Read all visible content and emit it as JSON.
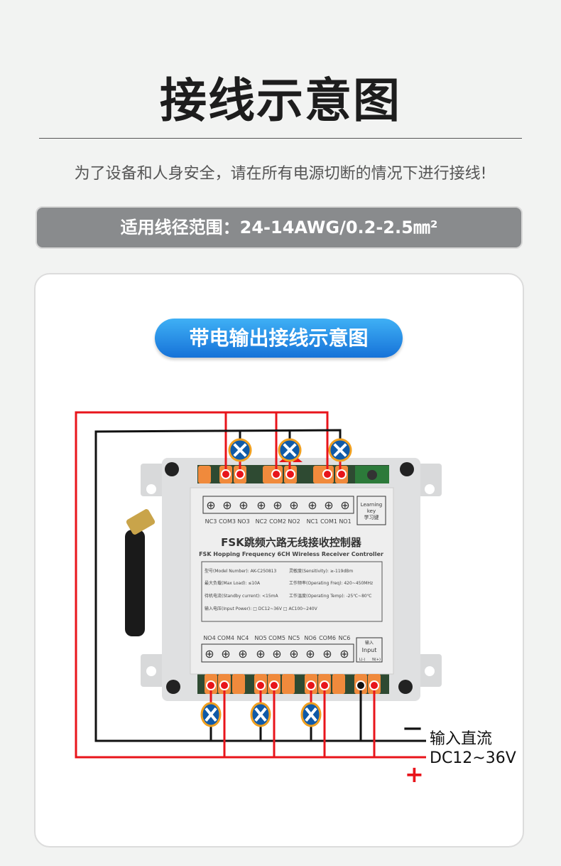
{
  "title": "接线示意图",
  "subtitle": "为了设备和人身安全，请在所有电源切断的情况下进行接线!",
  "wire_range": "适用线径范围：24-14AWG/0.2-2.5㎜²",
  "diagram_title": "带电输出接线示意图",
  "device": {
    "top_terminals": [
      "NC3",
      "COM3",
      "NO3",
      "NC2",
      "COM2",
      "NO2",
      "NC1",
      "COM1",
      "NO1"
    ],
    "learning_key": [
      "Learning",
      "key",
      "学习键"
    ],
    "name_cn": "FSK跳频六路无线接收控制器",
    "name_en": "FSK Hopping Frequency 6CH Wireless Receiver Controller",
    "specs": [
      "型号(Model Number): AK-C250813",
      "灵敏度(Sensitivity): ≥-119dBm",
      "最大负载(Max Load): ≤10A",
      "工作频率(Operating Freq): 420~450MHz",
      "待机电流(Standby current): <15mA",
      "工作温度(Operating Temp): -25℃~80℃",
      "输入电压(Input Power): □ DC12~36V □ AC100~240V"
    ],
    "bottom_terminals": [
      "NO4",
      "COM4",
      "NC4",
      "NO5",
      "COM5",
      "NC5",
      "NO6",
      "COM6",
      "NC6"
    ],
    "input_box": [
      "输入",
      "Input",
      "L(-)",
      "N(+)"
    ]
  },
  "power": {
    "minus": "—",
    "label": "输入直流",
    "voltage": "DC12~36V",
    "plus": "+"
  },
  "colors": {
    "red_wire": "#e8141b",
    "black_wire": "#111111",
    "pill": "#1f86e6",
    "lamp": "#0f5aa8"
  }
}
